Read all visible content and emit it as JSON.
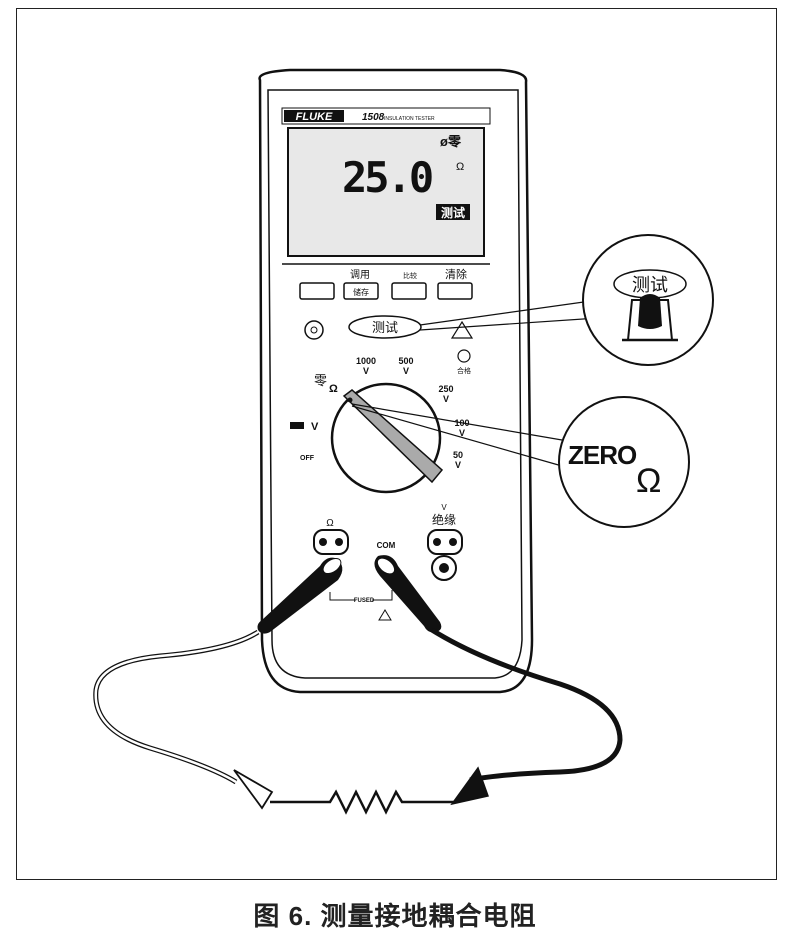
{
  "meter": {
    "brand": "FLUKE",
    "model": "1508",
    "model_caption": "INSULATION TESTER",
    "display_reading": "25.0",
    "display_zero": "ø零",
    "display_unit": "Ω",
    "display_test": "测试",
    "btn_label_1": "调用",
    "btn_label_1b": "储存",
    "btn_label_2": "比较",
    "btn_label_3": "清除",
    "test_button": "测试",
    "pass_label": "合格",
    "dial_zero": "零",
    "dial_omega": "Ω",
    "dial_1000": "1000",
    "dial_500": "500",
    "dial_250": "250",
    "dial_100": "100",
    "dial_50": "50",
    "dial_v": "V",
    "dial_off": "OFF",
    "jack_ohm": "Ω",
    "jack_com": "COM",
    "jack_v": "V",
    "jack_insulation": "绝缘",
    "fused": "FUSED"
  },
  "callouts": {
    "zero_text": "ZERO",
    "zero_omega": "Ω",
    "test_text": "测试"
  },
  "caption": "图 6. 测量接地耦合电阻"
}
